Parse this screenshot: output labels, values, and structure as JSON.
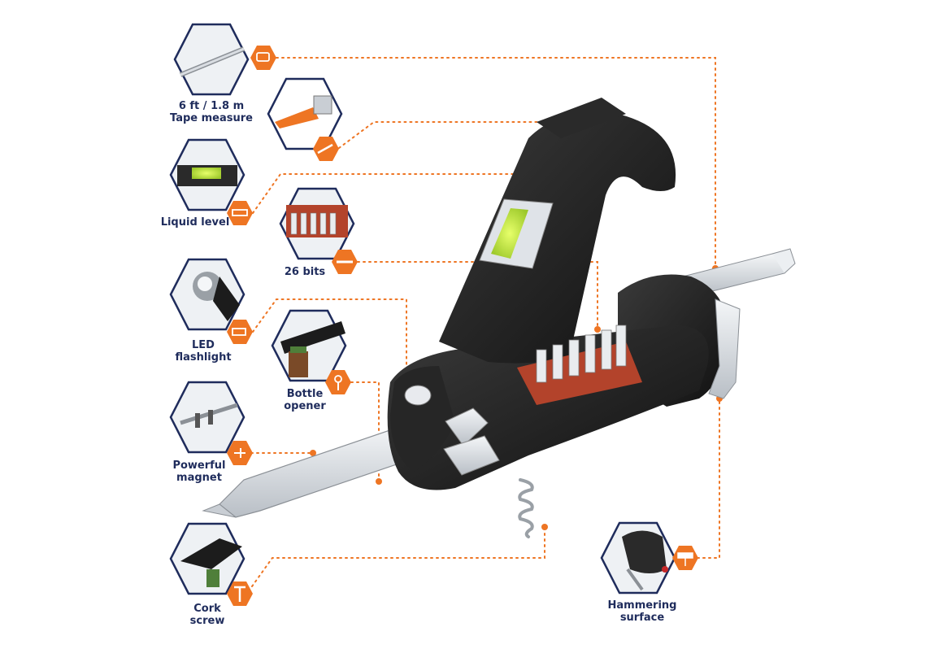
{
  "colors": {
    "accent": "#ee7523",
    "navy": "#1f2c5c",
    "body": "#1c1c1c",
    "level_glow": "#c6f04a",
    "bits": "#c64a2e",
    "metal": "#d9dde2"
  },
  "features": [
    {
      "key": "tape-measure",
      "line1": "6 ft / 1.8 m",
      "line2": "Tape measure",
      "icon": "tape-measure-icon"
    },
    {
      "key": "utility-knife",
      "line1": "",
      "line2": "",
      "icon": "knife-icon"
    },
    {
      "key": "liquid-level",
      "line1": "Liquid level",
      "line2": "",
      "icon": "level-icon"
    },
    {
      "key": "bits",
      "line1": "26 bits",
      "line2": "",
      "icon": "screwdriver-bit-icon"
    },
    {
      "key": "led-flashlight",
      "line1": "LED",
      "line2": "flashlight",
      "icon": "flashlight-icon"
    },
    {
      "key": "bottle-opener",
      "line1": "Bottle",
      "line2": "opener",
      "icon": "bottle-opener-icon"
    },
    {
      "key": "powerful-magnet",
      "line1": "Powerful",
      "line2": "magnet",
      "icon": "magnet-icon"
    },
    {
      "key": "cork-screw",
      "line1": "Cork",
      "line2": "screw",
      "icon": "corkscrew-icon"
    },
    {
      "key": "hammering-surface",
      "line1": "Hammering",
      "line2": "surface",
      "icon": "hammer-icon"
    }
  ]
}
